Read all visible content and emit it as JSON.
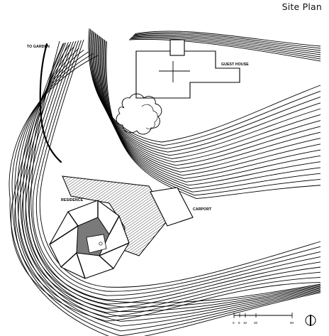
{
  "title": "Site Plan",
  "labels": {
    "to_garden": "TO GARDEN",
    "guest_house": "GUEST HOUSE",
    "residence": "RESIDENCE",
    "carport": "CARPORT"
  },
  "scale_bar": {
    "ticks": [
      "0",
      "5",
      "10",
      "20",
      "50"
    ]
  },
  "north_arrow": "north-arrow"
}
